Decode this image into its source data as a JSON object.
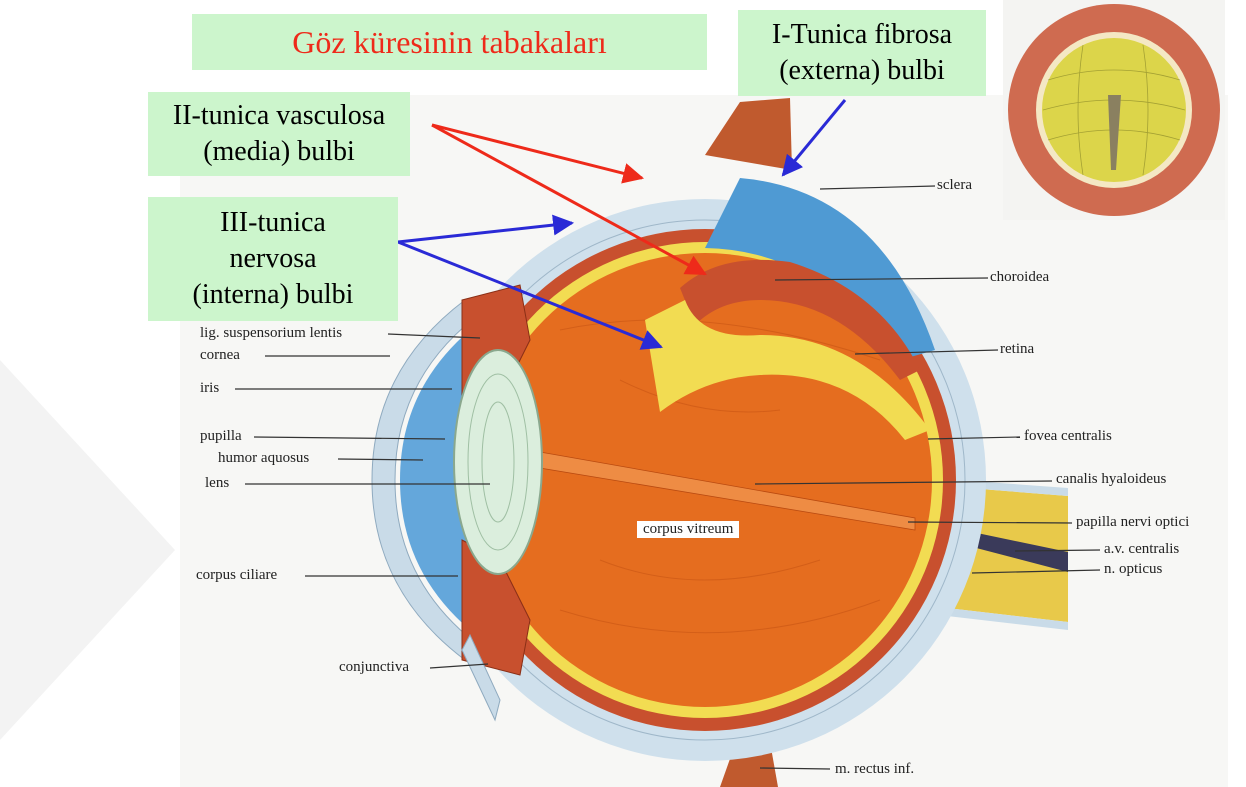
{
  "title": "Göz küresinin tabakaları",
  "layers": {
    "fibrosa": [
      "I-Tunica fibrosa",
      "(externa) bulbi"
    ],
    "vasculosa": [
      "II-tunica vasculosa",
      "(media) bulbi"
    ],
    "nervosa": [
      "III-tunica",
      "nervosa",
      "(interna) bulbi"
    ]
  },
  "labels": {
    "sclera": "sclera",
    "choroidea": "choroidea",
    "retina": "retina",
    "fovea": "fovea centralis",
    "canalis": "canalis hyaloideus",
    "papilla_nervi": "papilla nervi optici",
    "av_centralis": "a.v. centralis",
    "n_opticus": "n. opticus",
    "lig_suspensorium": "lig. suspensorium lentis",
    "cornea": "cornea",
    "iris": "iris",
    "pupilla": "pupilla",
    "humor": "humor aquosus",
    "lens": "lens",
    "corpus_vitreum": "corpus vitreum",
    "corpus_ciliare": "corpus ciliare",
    "conjunctiva": "conjunctiva",
    "rectus": "m. rectus inf."
  },
  "colors": {
    "box_bg": "#ccf5cc",
    "title": "#ee2a1a",
    "arrow_red": "#ee2a1a",
    "arrow_blue": "#2a2ad6",
    "sclera": "#cfe0ec",
    "choroid": "#c8502e",
    "retina": "#f2dc52",
    "vitreous": "#e56d1f"
  }
}
